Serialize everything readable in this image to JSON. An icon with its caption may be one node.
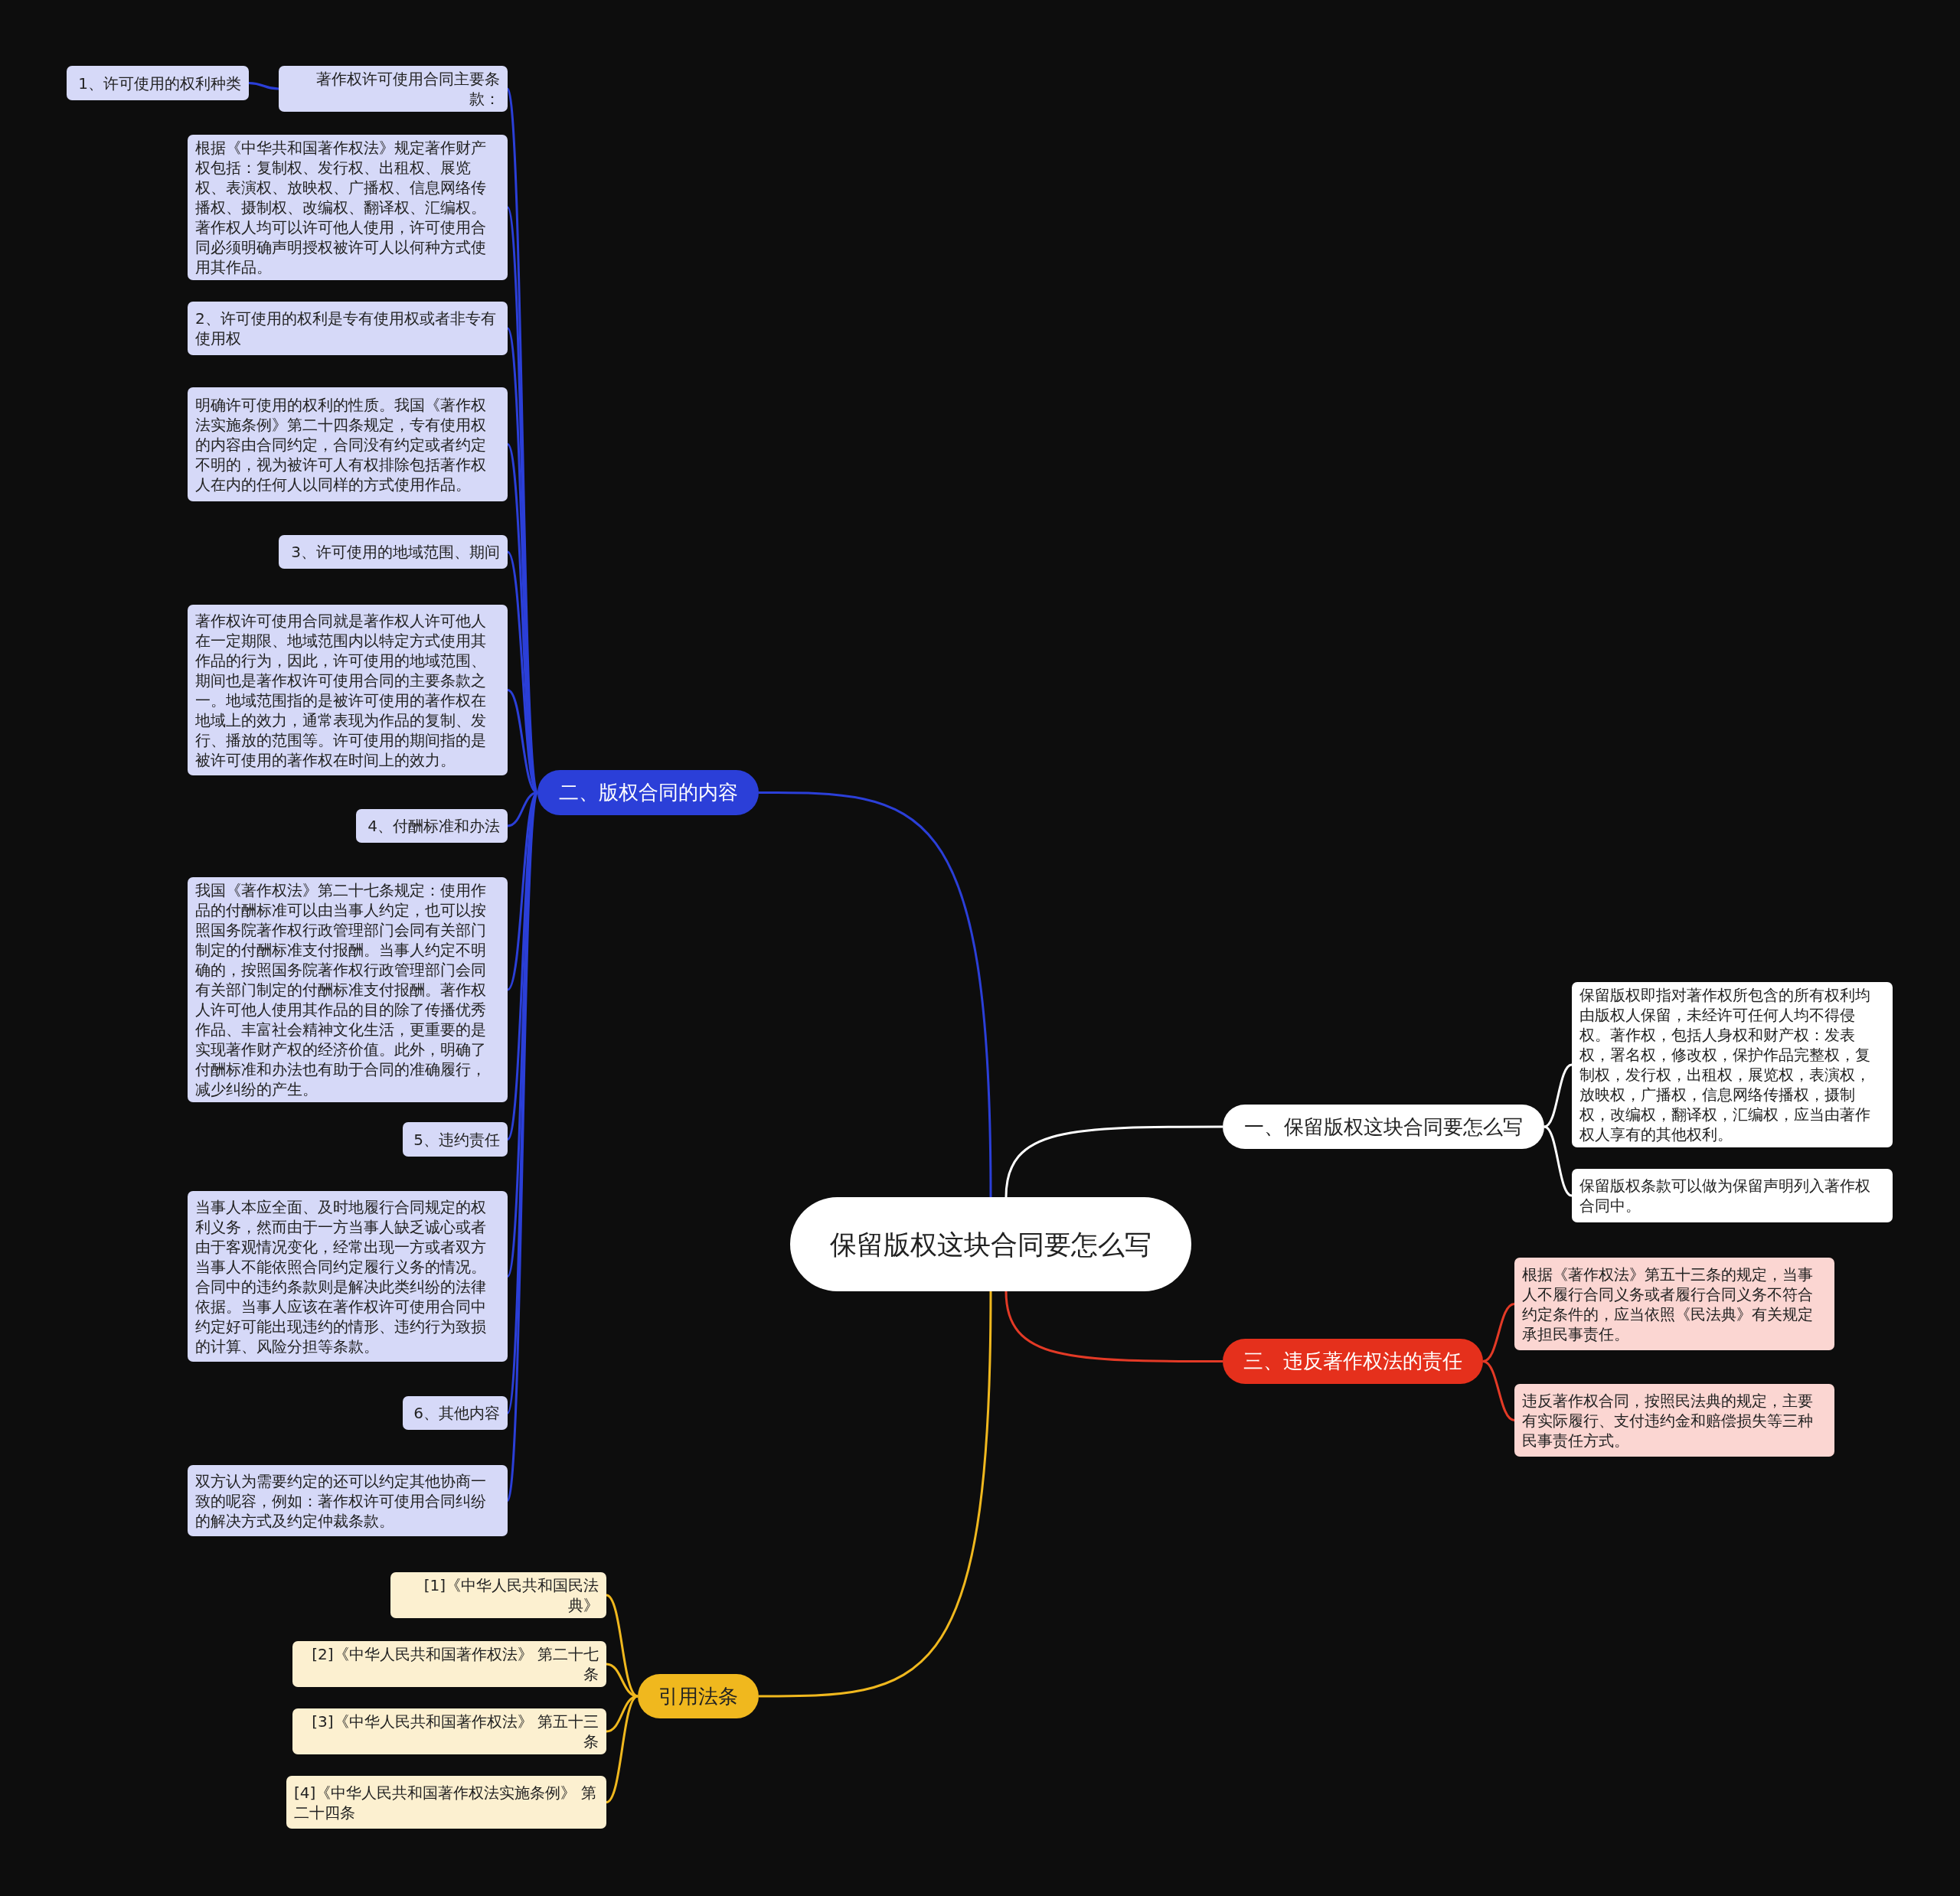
{
  "diagram": {
    "nodes": [
      {
        "text": [
          "保留版权这块合同要怎么写"
        ]
      },
      {
        "text": [
          "一、保留版权这块合同要怎么写"
        ]
      },
      {
        "text": [
          "保留版权即指对著作权所包含的所有权利均由版权人保留，未经许可任何人均不得侵权。著作权，包括人身权和财产权：发表权，署名权，修改权，保护作品完整权，复制权，发行权，出租权，展览权，表演权，放映权，广播权，信息网络传播权，摄制权，改编权，翻译权，汇编权，应当由著作权人享有的其他权利。"
        ]
      },
      {
        "text": [
          "保留版权条款可以做为保留声明列入著作权合同中。"
        ]
      },
      {
        "text": [
          "三、违反著作权法的责任"
        ]
      },
      {
        "text": [
          "根据《著作权法》第五十三条的规定，当事人不履行合同义务或者履行合同义务不符合约定条件的，应当依照《民法典》有关规定承担民事责任。"
        ]
      },
      {
        "text": [
          "违反著作权合同，按照民法典的规定，主要有实际履行、支付违约金和赔偿损失等三种民事责任方式。"
        ]
      },
      {
        "text": [
          "二、版权合同的内容"
        ]
      },
      {
        "text": [
          "著作权许可使用合同主要条款："
        ]
      },
      {
        "text": [
          "1、许可使用的权利种类"
        ]
      },
      {
        "text": [
          "根据《中华共和国著作权法》规定著作财产权包括：复制权、发行权、出租权、展览权、表演权、放映权、广播权、信息网络传播权、摄制权、改编权、翻译权、汇编权。著作权人均可以许可他人使用，许可使用合同必须明确声明授权被许可人以何种方式使用其作品。"
        ]
      },
      {
        "text": [
          "2、许可使用的权利是专有使用权或者非专有使用权"
        ]
      },
      {
        "text": [
          "明确许可使用的权利的性质。我国《著作权法实施条例》第二十四条规定，专有使用权的内容由合同约定，合同没有约定或者约定不明的，视为被许可人有权排除包括著作权人在内的任何人以同样的方式使用作品。"
        ]
      },
      {
        "text": [
          "3、许可使用的地域范围、期间"
        ]
      },
      {
        "text": [
          "著作权许可使用合同就是著作权人许可他人在一定期限、地域范围内以特定方式使用其作品的行为，因此，许可使用的地域范围、期间也是著作权许可使用合同的主要条款之一。地域范围指的是被许可使用的著作权在地域上的效力，通常表现为作品的复制、发行、播放的范围等。许可使用的期间指的是被许可使用的著作权在时间上的效力。"
        ]
      },
      {
        "text": [
          "4、付酬标准和办法"
        ]
      },
      {
        "text": [
          "我国《著作权法》第二十七条规定：使用作品的付酬标准可以由当事人约定，也可以按照国务院著作权行政管理部门会同有关部门制定的付酬标准支付报酬。当事人约定不明确的，按照国务院著作权行政管理部门会同有关部门制定的付酬标准支付报酬。著作权人许可他人使用其作品的目的除了传播优秀作品、丰富社会精神文化生活，更重要的是实现著作财产权的经济价值。此外，明确了付酬标准和办法也有助于合同的准确履行，减少纠纷的产生。"
        ]
      },
      {
        "text": [
          "5、违约责任"
        ]
      },
      {
        "text": [
          "当事人本应全面、及时地履行合同规定的权利义务，然而由于一方当事人缺乏诚心或者由于客观情况变化，经常出现一方或者双方当事人不能依照合同约定履行义务的情况。合同中的违约条款则是解决此类纠纷的法律依据。当事人应该在著作权许可使用合同中约定好可能出现违约的情形、违约行为致损的计算、风险分担等条款。"
        ]
      },
      {
        "text": [
          "6、其他内容"
        ]
      },
      {
        "text": [
          "双方认为需要约定的还可以约定其他协商一致的呢容，例如：著作权许可使用合同纠纷的解决方式及约定仲裁条款。"
        ]
      },
      {
        "text": [
          "引用法条"
        ]
      },
      {
        "text": [
          "[1]《中华人民共和国民法典》"
        ]
      },
      {
        "text": [
          "[2]《中华人民共和国著作权法》 第二十七条"
        ]
      },
      {
        "text": [
          "[3]《中华人民共和国著作权法》 第五十三条"
        ]
      },
      {
        "text": [
          "[4]《中华人民共和国著作权法实施条例》 第二十四条"
        ]
      }
    ],
    "edges": [
      {
        "from": 0,
        "to": 1,
        "arrow": "none",
        "color": "#ffffff"
      },
      {
        "from": 1,
        "to": 2,
        "arrow": "none",
        "color": "#ffffff"
      },
      {
        "from": 1,
        "to": 3,
        "arrow": "none",
        "color": "#ffffff"
      },
      {
        "from": 0,
        "to": 4,
        "arrow": "none",
        "color": "#e33a26"
      },
      {
        "from": 4,
        "to": 5,
        "arrow": "none",
        "color": "#e33a26"
      },
      {
        "from": 4,
        "to": 6,
        "arrow": "none",
        "color": "#e33a26"
      },
      {
        "from": 0,
        "to": 7,
        "arrow": "none"
      },
      {
        "from": 7,
        "to": 8,
        "arrow": "none"
      },
      {
        "from": 8,
        "to": 9,
        "arrow": "none"
      },
      {
        "from": 7,
        "to": 10,
        "arrow": "none"
      },
      {
        "from": 7,
        "to": 11,
        "arrow": "none"
      },
      {
        "from": 7,
        "to": 12,
        "arrow": "none"
      },
      {
        "from": 7,
        "to": 13,
        "arrow": "none"
      },
      {
        "from": 7,
        "to": 14,
        "arrow": "none"
      },
      {
        "from": 7,
        "to": 15,
        "arrow": "none"
      },
      {
        "from": 7,
        "to": 16,
        "arrow": "none"
      },
      {
        "from": 7,
        "to": 17,
        "arrow": "none"
      },
      {
        "from": 7,
        "to": 18,
        "arrow": "none"
      },
      {
        "from": 7,
        "to": 19,
        "arrow": "none"
      },
      {
        "from": 7,
        "to": 20,
        "arrow": "none"
      },
      {
        "from": 0,
        "to": 21,
        "arrow": "none",
        "color": "#f0b81e"
      },
      {
        "from": 21,
        "to": 22,
        "arrow": "none",
        "color": "#f0b81e"
      },
      {
        "from": 21,
        "to": 23,
        "arrow": "none",
        "color": "#f0b81e"
      },
      {
        "from": 21,
        "to": 24,
        "arrow": "none",
        "color": "#f0b81e"
      },
      {
        "from": 21,
        "to": 25,
        "arrow": "none",
        "color": "#f0b81e"
      }
    ]
  }
}
